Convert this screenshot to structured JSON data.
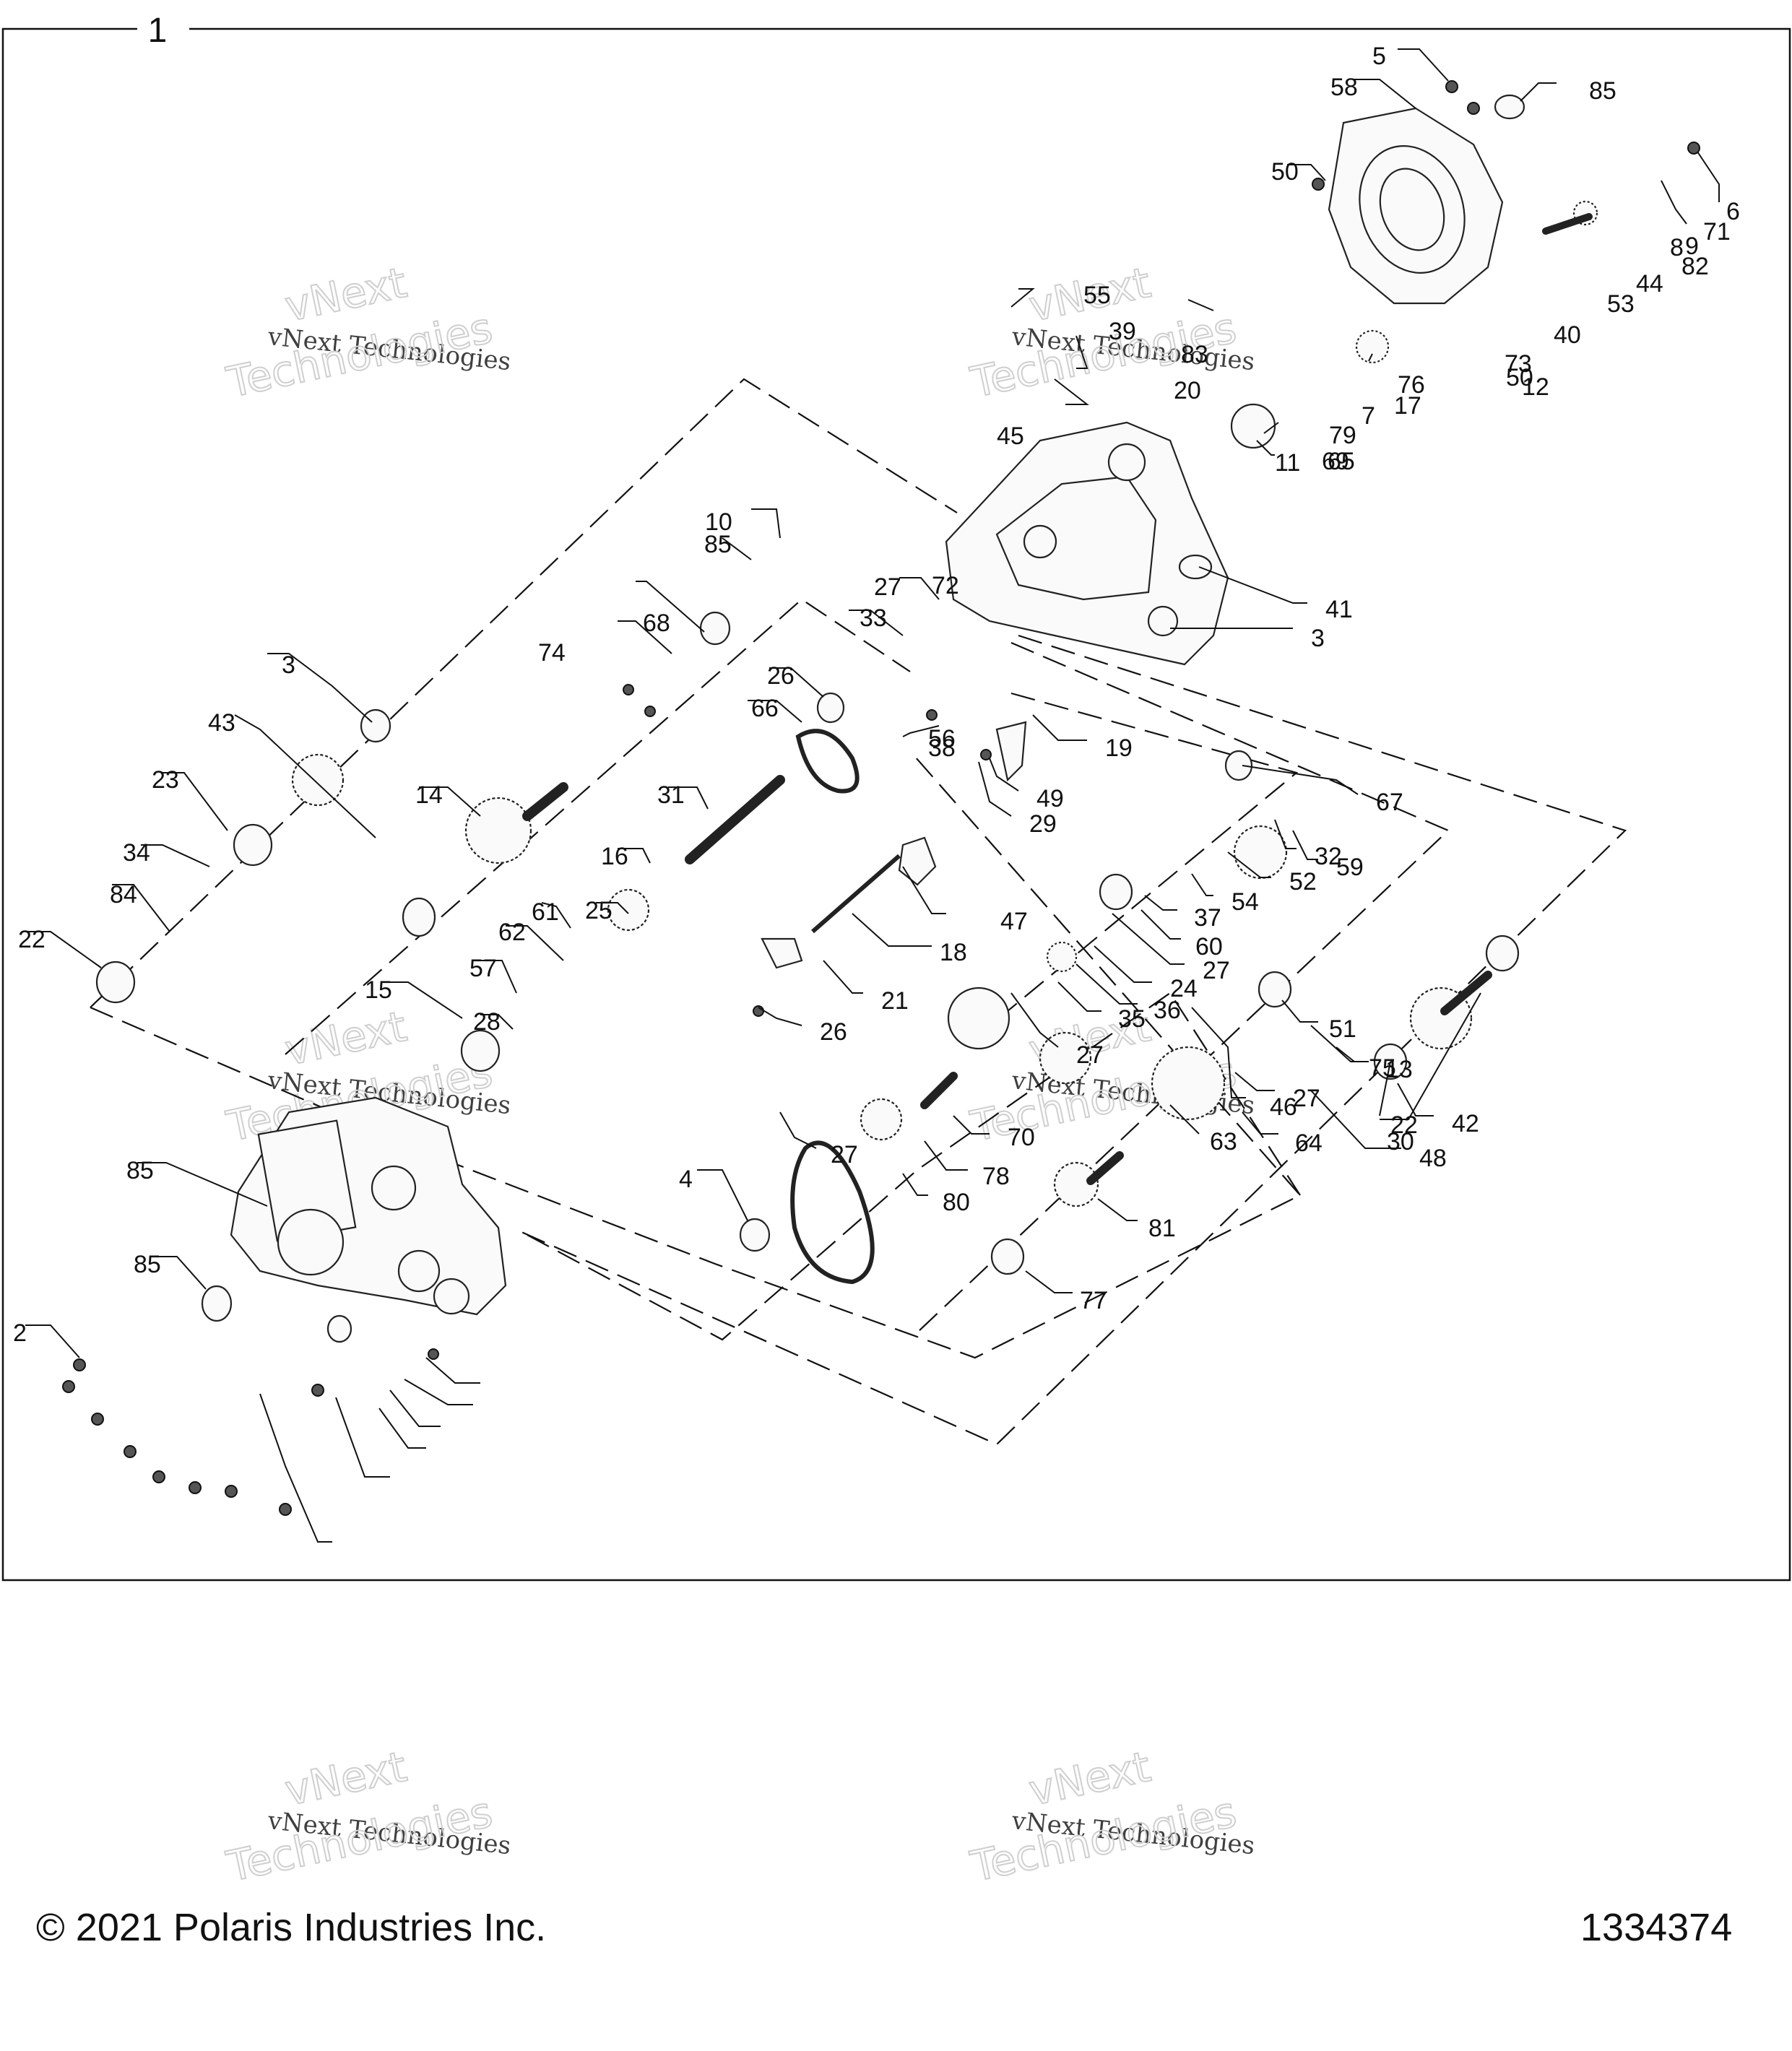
{
  "frame_label": "1",
  "copyright": "© 2021 Polaris Industries Inc.",
  "part_number": "1334374",
  "watermark": {
    "line1": "vNext",
    "line2": "vNext Technologies",
    "line3": "Technologies"
  },
  "callouts": [
    "5",
    "58",
    "85",
    "50",
    "6",
    "71",
    "9",
    "8",
    "82",
    "44",
    "53",
    "40",
    "55",
    "39",
    "83",
    "73",
    "50",
    "12",
    "20",
    "76",
    "45",
    "17",
    "7",
    "79",
    "65",
    "11",
    "69",
    "10",
    "85",
    "27",
    "41",
    "72",
    "68",
    "3",
    "33",
    "74",
    "26",
    "66",
    "56",
    "3",
    "43",
    "38",
    "19",
    "49",
    "29",
    "31",
    "14",
    "23",
    "67",
    "32",
    "59",
    "34",
    "16",
    "47",
    "52",
    "84",
    "25",
    "54",
    "22",
    "61",
    "18",
    "37",
    "60",
    "62",
    "27",
    "57",
    "21",
    "15",
    "24",
    "36",
    "28",
    "35",
    "26",
    "27",
    "51",
    "13",
    "46",
    "70",
    "64",
    "27",
    "42",
    "75",
    "30",
    "63",
    "22",
    "48",
    "85",
    "27",
    "4",
    "78",
    "80",
    "81",
    "85",
    "77",
    "2"
  ]
}
